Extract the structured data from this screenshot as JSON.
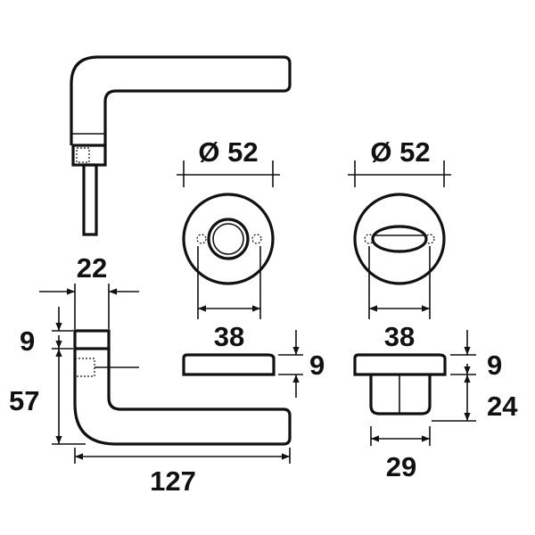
{
  "drawing": {
    "handle_top": {},
    "rose_standard": {
      "diameter": "Ø 52",
      "hole_spacing": "38",
      "height": "9"
    },
    "rose_oval": {
      "diameter": "Ø 52",
      "hole_spacing": "38",
      "height": "9",
      "cylinder_length": "24",
      "cylinder_width": "29"
    },
    "handle_side": {
      "neck_width": "22",
      "collar_height": "9",
      "vertical_length": "57",
      "length": "127"
    }
  },
  "colors": {
    "line": "#111111",
    "background": "#ffffff"
  }
}
